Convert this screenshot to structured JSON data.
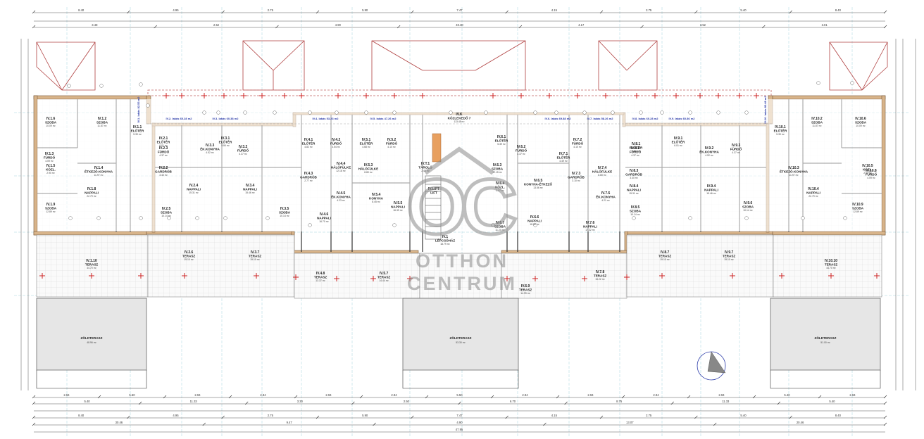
{
  "watermark": {
    "line1": "OTTHON",
    "line2": "CENTRUM",
    "logo_letters": "OC",
    "color": "#8a8a8a"
  },
  "colors": {
    "wall": "#d8b48a",
    "wall_line": "#7a5a3a",
    "terrace_fill": "#e6e6e6",
    "roof_line": "#b04040",
    "marker": "#cc2222",
    "dim_line": "#555555",
    "blue_text": "#2a3aa8"
  },
  "top_dims_row1": [
    "8.40",
    "4.95",
    "2.75",
    "5.90",
    "7.47",
    "4.15",
    "2.75",
    "5.40",
    "8.40"
  ],
  "top_dims_row2": [
    "3.48",
    "2.52",
    "4.90",
    "40.30",
    "4.17",
    "3.52",
    "3.01"
  ],
  "bottom_dims_row1": [
    "2.94",
    "5.60",
    "2.94",
    "2.94",
    "2.94",
    "2.94",
    "5.50",
    "2.94",
    "2.94",
    "2.94",
    "2.94",
    "5.40",
    "2.94"
  ],
  "bottom_dims_row2": [
    "5.40",
    "11.33",
    "3.30",
    "2.50",
    "6.70",
    "8.75",
    "11.33",
    "5.40"
  ],
  "bottom_dims_row3": [
    "8.40",
    "4.95",
    "2.75",
    "5.90",
    "7.47",
    "4.15",
    "2.75",
    "5.40",
    "8.40"
  ],
  "bottom_dims_row4": [
    "30.46",
    "9.47",
    "4.90",
    "13.07",
    "20.46"
  ],
  "bottom_total": "47.95",
  "rooms": [
    {
      "code": "IV.1.6",
      "name": "SZOBA",
      "sub": "10.09 m²"
    },
    {
      "code": "IV.1.2",
      "name": "SZOBA",
      "sub": "11.87 m²"
    },
    {
      "code": "IV.1.1",
      "name": "ELŐTÉR",
      "sub": "5.39 m²"
    },
    {
      "code": "IV.1.3",
      "name": "FÜRDŐ",
      "sub": "4.09 m²"
    },
    {
      "code": "IV.1.5",
      "name": "KÖZL.",
      "sub": "2.90 m²"
    },
    {
      "code": "IV.1.4",
      "name": "ÉTKEZŐ-KONYHA",
      "sub": "11.97 m²"
    },
    {
      "code": "IV.1.8",
      "name": "NAPPALI",
      "sub": "22.79 m²"
    },
    {
      "code": "IV.1.9",
      "name": "SZOBA",
      "sub": "12.89 m²"
    },
    {
      "code": "IV.1.10",
      "name": "TERASZ",
      "sub": "44.70 m²"
    },
    {
      "code": "IV.2.1",
      "name": "ELŐTÉR",
      "sub": "6.01 m²"
    },
    {
      "code": "IV.2.3",
      "name": "FÜRDŐ",
      "sub": "4.37 m²"
    },
    {
      "code": "IV.2.2",
      "name": "GARDRÓB",
      "sub": "3.40 m²"
    },
    {
      "code": "IV.2.4",
      "name": "NAPPALI",
      "sub": "15.31 m²"
    },
    {
      "code": "IV.2.5",
      "name": "SZOBA",
      "sub": "10.14 m²"
    },
    {
      "code": "IV.2.6",
      "name": "TERASZ",
      "sub": "19.10 m²"
    },
    {
      "code": "IV.3.1",
      "name": "ELŐTÉR",
      "sub": "5.84 m²"
    },
    {
      "code": "IV.3.3",
      "name": "ÉK.KONYHA",
      "sub": "4.52 m²"
    },
    {
      "code": "IV.3.2",
      "name": "FÜRDŐ",
      "sub": "4.37 m²"
    },
    {
      "code": "IV.3.4",
      "name": "NAPPALI",
      "sub": "15.46 m²"
    },
    {
      "code": "IV.3.5",
      "name": "SZOBA",
      "sub": "10.14 m²"
    },
    {
      "code": "IV.3.7",
      "name": "TERASZ",
      "sub": "19.10 m²"
    },
    {
      "code": "IV.4.1",
      "name": "ELŐTÉR",
      "sub": "4.82 m²"
    },
    {
      "code": "IV.4.2",
      "name": "FÜRDŐ",
      "sub": "4.54 m²"
    },
    {
      "code": "IV.4.3",
      "name": "GARDRÓB",
      "sub": "2.77 m²"
    },
    {
      "code": "IV.4.4",
      "name": "HÁLÓFÜLKE",
      "sub": "12.18 m²"
    },
    {
      "code": "IV.4.5",
      "name": "ÉK.KONYHA",
      "sub": "4.23 m²"
    },
    {
      "code": "IV.4.6",
      "name": "NAPPALI",
      "sub": "16.70 m²"
    },
    {
      "code": "IV.4.8",
      "name": "TERASZ",
      "sub": "13.37 m²"
    },
    {
      "code": "IV.5.1",
      "name": "ELŐTÉR",
      "sub": "4.68 m²"
    },
    {
      "code": "IV.5.2",
      "name": "FÜRDŐ",
      "sub": "4.10 m²"
    },
    {
      "code": "IV.5.3",
      "name": "HÁLÓFÜLKE",
      "sub": "8.80 m²"
    },
    {
      "code": "IV.5.4",
      "name": "KONYHA",
      "sub": "8.45 m²"
    },
    {
      "code": "IV.5.5",
      "name": "NAPPALI",
      "sub": "16.39 m²"
    },
    {
      "code": "IV.5.7",
      "name": "TERASZ",
      "sub": "14.44 m²"
    },
    {
      "code": "IV.6.1",
      "name": "ELŐTÉR",
      "sub": "5.39 m²"
    },
    {
      "code": "IV.6.3",
      "name": "SZOBA",
      "sub": "12.15 m²"
    },
    {
      "code": "IV.6.2",
      "name": "FÜRDŐ",
      "sub": "4.37 m²"
    },
    {
      "code": "IV.6.4",
      "name": "KÖZL.",
      "sub": "2.07 m²"
    },
    {
      "code": "IV.6.5",
      "name": "KONYHA-ÉTKEZŐ",
      "sub": "13.56 m²"
    },
    {
      "code": "IV.6.6",
      "name": "NAPPALI",
      "sub": "18.96 m²"
    },
    {
      "code": "IV.6.7",
      "name": "SZOBA",
      "sub": "11.24 m²"
    },
    {
      "code": "IV.6.9",
      "name": "TERASZ",
      "sub": "14.99 m²"
    },
    {
      "code": "IV.7.1",
      "name": "ELŐTÉR",
      "sub": "4.49 m²"
    },
    {
      "code": "IV.7.2",
      "name": "FÜRDŐ",
      "sub": "4.10 m²"
    },
    {
      "code": "IV.7.3",
      "name": "GARDRÓB",
      "sub": "3.10 m²"
    },
    {
      "code": "IV.7.4",
      "name": "HÁLÓFÜLKE",
      "sub": "8.80 m²"
    },
    {
      "code": "IV.7.5",
      "name": "ÉK.KONYHA",
      "sub": "4.21 m²"
    },
    {
      "code": "IV.7.6",
      "name": "NAPPALI",
      "sub": "17.32 m²"
    },
    {
      "code": "IV.7.8",
      "name": "TERASZ",
      "sub": "15.22 m²"
    },
    {
      "code": "IV.8.1",
      "name": "ELŐTÉR",
      "sub": "5.81 m²"
    },
    {
      "code": "IV.8.2",
      "name": "FÜRDŐ",
      "sub": "4.37 m²"
    },
    {
      "code": "IV.8.3",
      "name": "GARDRÓB",
      "sub": "3.40 m²"
    },
    {
      "code": "IV.8.4",
      "name": "NAPPALI",
      "sub": "15.31 m²"
    },
    {
      "code": "IV.8.5",
      "name": "SZOBA",
      "sub": "10.14 m²"
    },
    {
      "code": "IV.8.7",
      "name": "TERASZ",
      "sub": "19.10 m²"
    },
    {
      "code": "IV.9.1",
      "name": "ELŐTÉR",
      "sub": "6.01 m²"
    },
    {
      "code": "IV.9.2",
      "name": "ÉK.KONYHA",
      "sub": "4.52 m²"
    },
    {
      "code": "IV.9.3",
      "name": "FÜRDŐ",
      "sub": "4.37 m²"
    },
    {
      "code": "IV.9.4",
      "name": "NAPPALI",
      "sub": "15.46 m²"
    },
    {
      "code": "IV.9.6",
      "name": "SZOBA",
      "sub": "10.14 m²"
    },
    {
      "code": "IV.9.7",
      "name": "TERASZ",
      "sub": "19.10 m²"
    },
    {
      "code": "IV.10.1",
      "name": "ELŐTÉR",
      "sub": "5.39 m²"
    },
    {
      "code": "IV.10.2",
      "name": "SZOBA",
      "sub": "11.87 m²"
    },
    {
      "code": "IV.10.6",
      "name": "SZOBA",
      "sub": "10.09 m²"
    },
    {
      "code": "IV.10.3",
      "name": "ÉTKEZŐ-KONYHA",
      "sub": "11.97 m²"
    },
    {
      "code": "IV.10.5",
      "name": "KÖZL.",
      "sub": "2.90 m²"
    },
    {
      "code": "IV.10.8",
      "name": "FÜRDŐ",
      "sub": "4.09 m²"
    },
    {
      "code": "IV.10.4",
      "name": "NAPPALI",
      "sub": "22.79 m²"
    },
    {
      "code": "IV.10.9",
      "name": "SZOBA",
      "sub": "12.89 m²"
    },
    {
      "code": "IV.10.10",
      "name": "TERASZ",
      "sub": "44.70 m²"
    },
    {
      "code": "IV.1",
      "name": "LÉPCSŐHÁZ",
      "sub": "18.79 m²"
    },
    {
      "code": "IV.K",
      "name": "KÖZLEKEDŐ 7",
      "sub": "113.48 m²"
    },
    {
      "code": "IV.LIFT",
      "name": "LIFT",
      "sub": ""
    },
    {
      "code": "IV.T.1",
      "name": "TÁROLÓ",
      "sub": "2.48 m²"
    }
  ],
  "green_terraces": [
    {
      "name": "ZÖLDTERASZ",
      "sub": "48.96 m²"
    },
    {
      "name": "ZÖLDTERASZ",
      "sub": "53.30 m²"
    },
    {
      "name": "ZÖLDTERASZ",
      "sub": "51.00 m²"
    }
  ],
  "blue_labels": [
    "IV.2. lakás 60.28 m2",
    "IV.3. lakás 60.38 m2",
    "IV.4. lakás 53.23 m2",
    "IV.5. lakás 47.26 m2",
    "IV.6. lakás 69.88 m2",
    "IV.7. lakás 58.26 m2",
    "IV.8. lakás 60.28 m2",
    "IV.9. lakás 60.86 m2",
    "IV.1. lakás 82.53 m2",
    "IV.10. lakás 83.48 m2"
  ]
}
